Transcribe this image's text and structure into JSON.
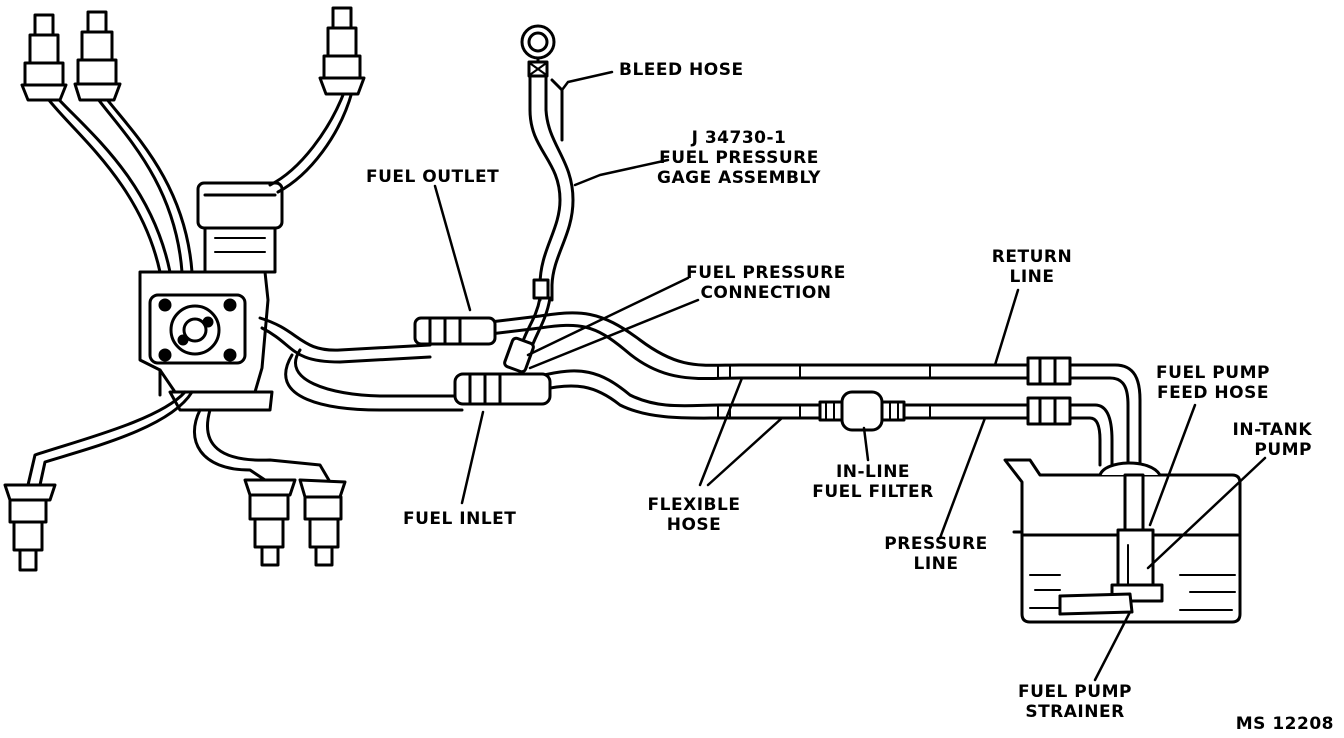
{
  "labels": {
    "bleed_hose": "BLEED HOSE",
    "gage_line1": "J 34730-1",
    "gage_line2": "FUEL PRESSURE",
    "gage_line3": "GAGE ASSEMBLY",
    "fuel_outlet": "FUEL OUTLET",
    "fuel_pressure_connection_line1": "FUEL PRESSURE",
    "fuel_pressure_connection_line2": "CONNECTION",
    "return_line_line1": "RETURN",
    "return_line_line2": "LINE",
    "feed_hose_line1": "FUEL PUMP",
    "feed_hose_line2": "FEED HOSE",
    "in_tank_pump_line1": "IN-TANK",
    "in_tank_pump_line2": "PUMP",
    "in_line_filter_line1": "IN-LINE",
    "in_line_filter_line2": "FUEL FILTER",
    "flexible_hose_line1": "FLEXIBLE",
    "flexible_hose_line2": "HOSE",
    "pressure_line_line1": "PRESSURE",
    "pressure_line_line2": "LINE",
    "fuel_inlet": "FUEL INLET",
    "strainer_line1": "FUEL PUMP",
    "strainer_line2": "STRAINER",
    "figure_id": "MS 12208"
  }
}
